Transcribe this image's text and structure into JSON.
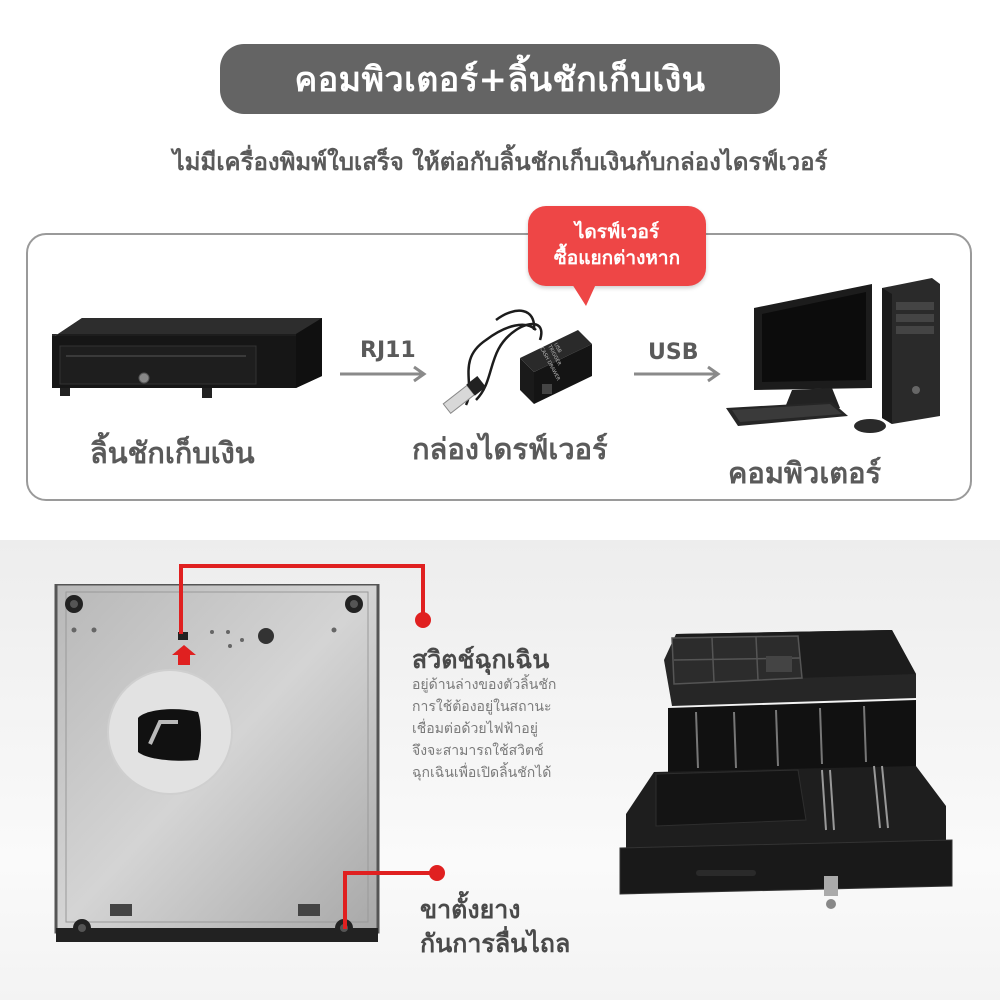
{
  "header": {
    "title": "คอมพิวเตอร์+ลิ้นชักเก็บเงิน",
    "subtitle": "ไม่มีเครื่องพิมพ์ใบเสร็จ ให้ต่อกับลิ้นชักเก็บเงินกับกล่องไดรฟ์เวอร์"
  },
  "flow": {
    "callout_line1": "ไดรฟ์เวอร์",
    "callout_line2": "ซื้อแยกต่างหาก",
    "drawer_label": "ลิ้นชักเก็บเงิน",
    "driver_label": "กล่องไดรฟ์เวอร์",
    "computer_label": "คอมพิวเตอร์",
    "arrow1_label": "RJ11",
    "arrow2_label": "USB",
    "driver_box_text1": "USB",
    "driver_box_text2": "TRIGGER",
    "driver_box_text3": "CASH DRAWER"
  },
  "features": {
    "switch_title": "สวิตช์ฉุกเฉิน",
    "switch_desc": [
      "อยู่ด้านล่างของตัวลิ้นชัก",
      "การใช้ต้องอยู่ในสถานะ",
      "เชื่อมต่อด้วยไฟฟ้าอยู่",
      "จึงจะสามารถใช้สวิตช์",
      "ฉุกเฉินเพื่อเปิดลิ้นชักได้"
    ],
    "feet_title_line1": "ขาตั้งยาง",
    "feet_title_line2": "กันการลื่นไถล"
  },
  "colors": {
    "accent_red": "#ee4646",
    "line_red": "#e02020",
    "pill_gray": "#646464",
    "text_gray": "#5a5a5a"
  }
}
